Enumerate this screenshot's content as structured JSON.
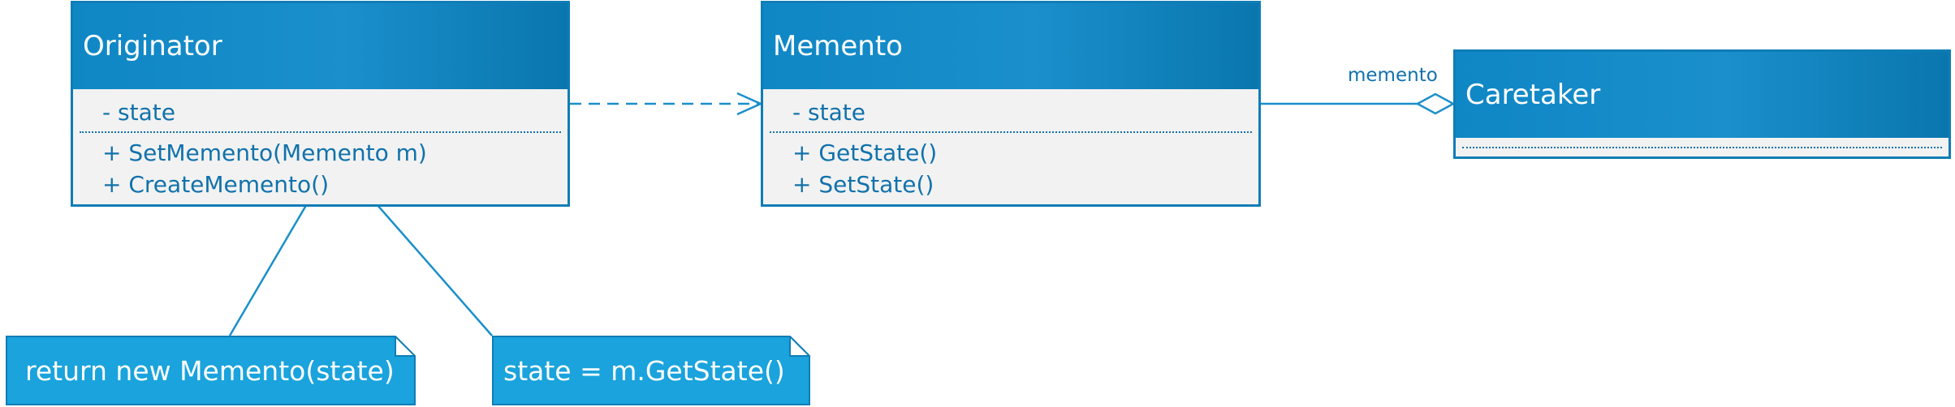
{
  "colors": {
    "primary": "#0f7db6",
    "header": "#1a8fcb",
    "body": "#f2f2f2",
    "text": "#1172ab",
    "note": "#1aa3dc"
  },
  "classes": {
    "originator": {
      "name": "Originator",
      "attributes": [
        "- state"
      ],
      "operations": [
        "+ SetMemento(Memento m)",
        "+ CreateMemento()"
      ]
    },
    "memento": {
      "name": "Memento",
      "attributes": [
        "- state"
      ],
      "operations": [
        "+ GetState()",
        "+ SetState()"
      ]
    },
    "caretaker": {
      "name": "Caretaker",
      "attributes": [],
      "operations": []
    }
  },
  "relations": {
    "dependency": {
      "from": "Originator",
      "to": "Memento",
      "style": "dashed-open-arrow"
    },
    "aggregation": {
      "from": "Caretaker",
      "to": "Memento",
      "label": "memento",
      "style": "hollow-diamond"
    }
  },
  "notes": {
    "create_memento": {
      "text": "return new Memento(state)"
    },
    "set_memento": {
      "text": "state = m.GetState()"
    }
  }
}
